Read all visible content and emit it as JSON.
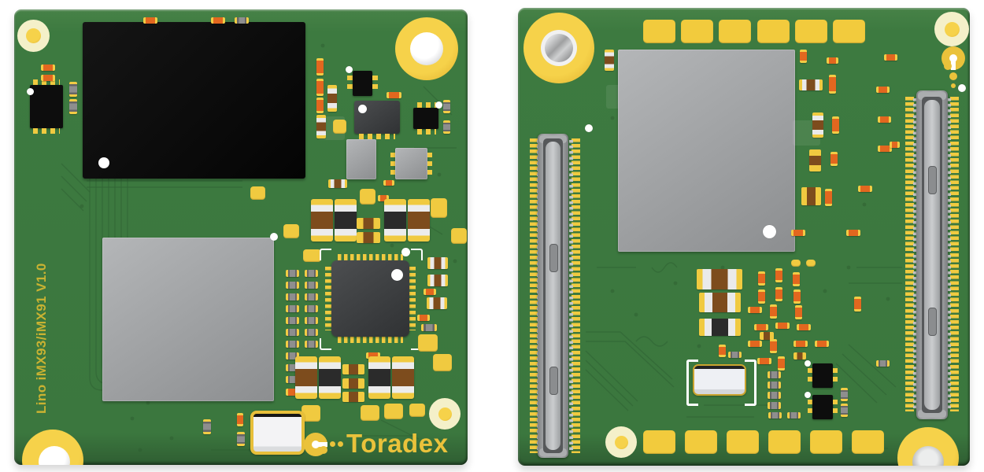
{
  "page": {
    "background": "#ffffff"
  },
  "module": {
    "front": {
      "name": "module-front-view",
      "silkscreen_text": "Lino iMX93/iMX91 V1.0",
      "brand_text": "Toradex"
    },
    "back": {
      "name": "module-back-view"
    }
  },
  "icons": {
    "brand_mark": "toradex-circle-e-mark"
  },
  "colors": {
    "pcb-green": "#3d7a40",
    "pcb-green-dark": "#2f5d32",
    "pcb-trace": "#2e5f31",
    "pad-gold": "#f0ca40",
    "pad-gold-deep": "#dfae2c",
    "silk-yellow": "#c9b232",
    "logo-gold": "#eac23b",
    "cream": "#f4f0c9",
    "chip-black": "#0d0d0d",
    "chip-gray": "#9c9ea0",
    "ic-dark": "#3c3e40",
    "resistor-orange": "#e2671f",
    "resistor-gray": "#6f6f6f",
    "cap-brown": "#7d4c1d",
    "cap-black": "#2b2b2b",
    "cap-white": "#eaeaea",
    "metal-silver": "#b6b8ba",
    "connector-gray": "#97999b",
    "connector-slot": "#6f7173"
  }
}
